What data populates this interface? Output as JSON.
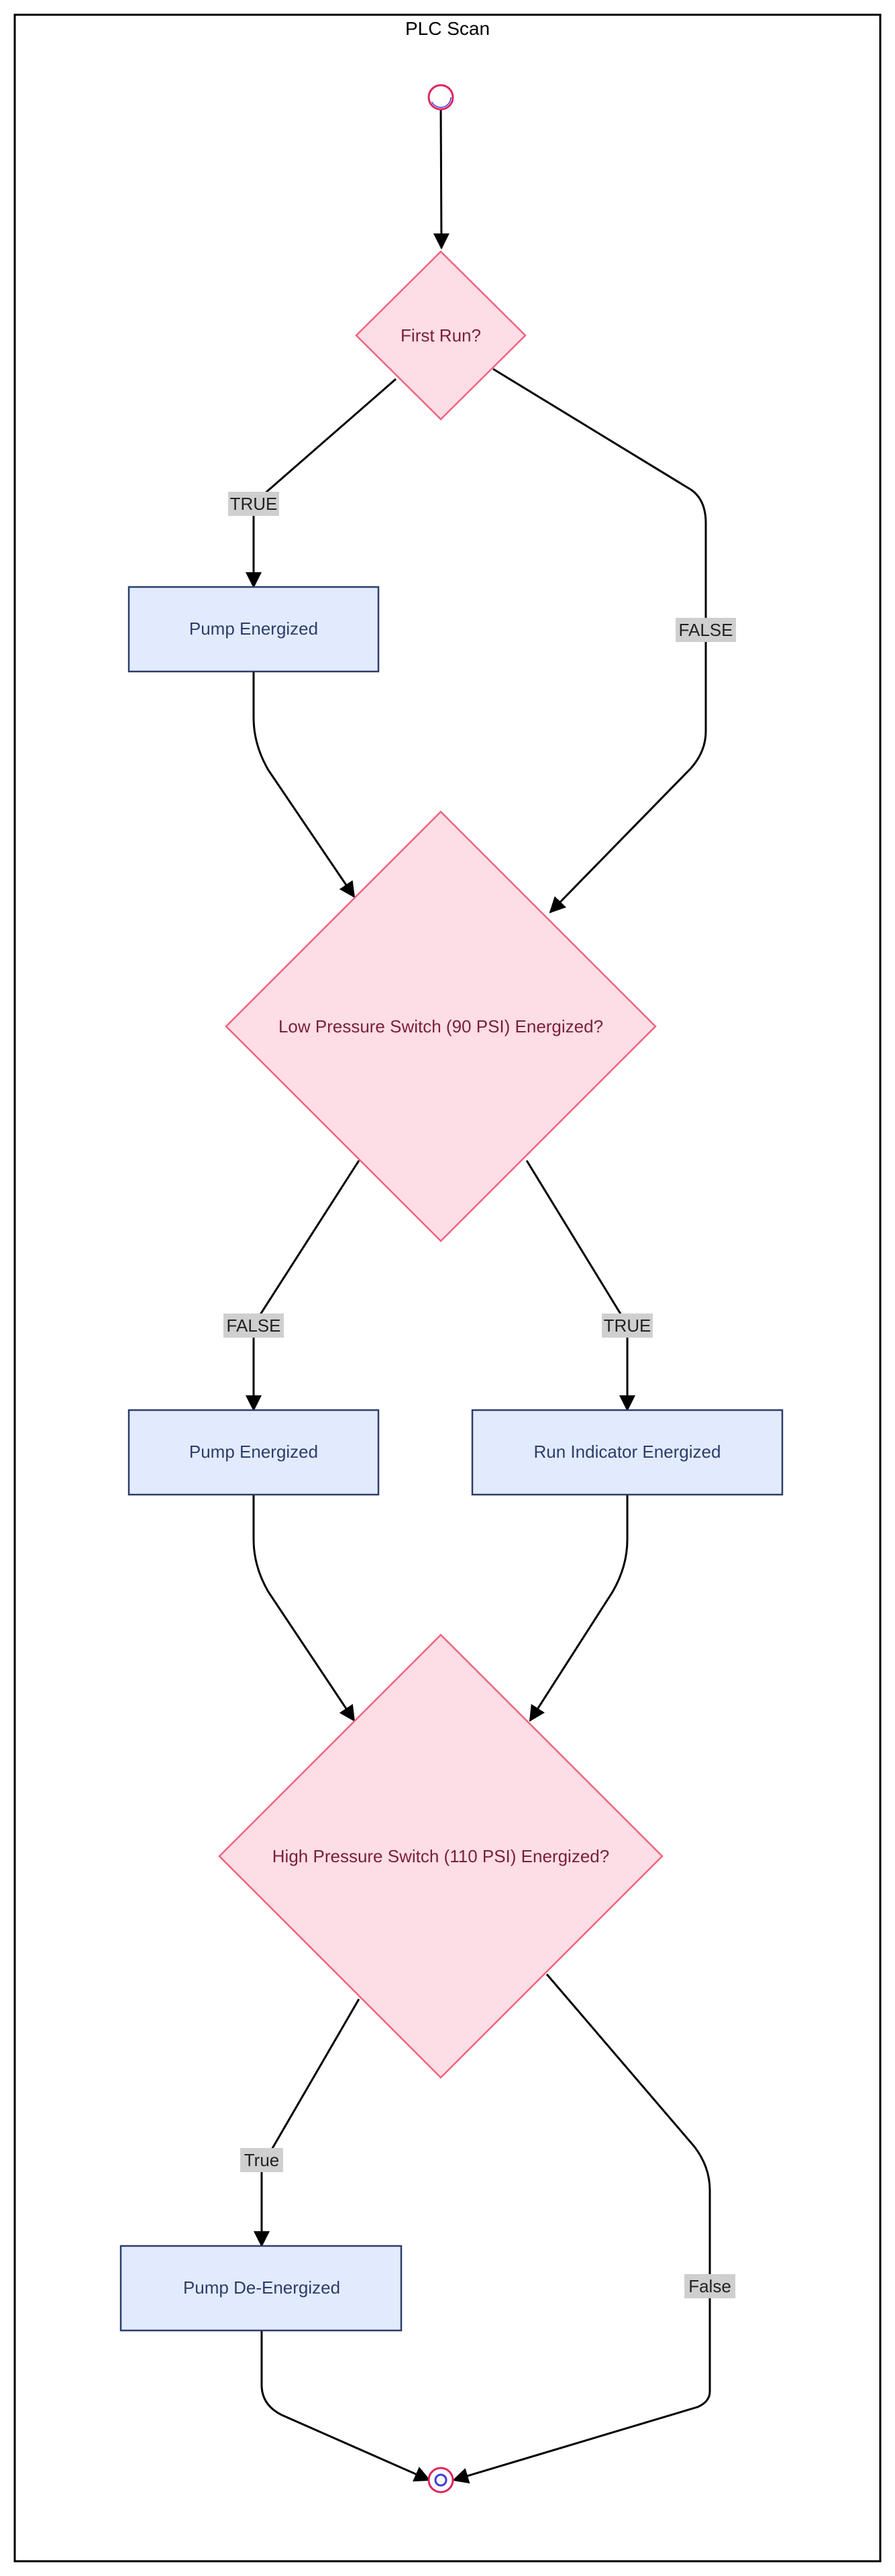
{
  "diagram": {
    "title": "PLC Scan",
    "nodes": {
      "first_run": "First Run?",
      "pump_energized_1": "Pump Energized",
      "low_pressure": "Low Pressure Switch (90 PSI) Energized?",
      "pump_energized_2": "Pump Energized",
      "run_indicator": "Run Indicator Energized",
      "high_pressure": "High Pressure Switch (110 PSI) Energized?",
      "pump_deenergized": "Pump De-Energized"
    },
    "edges": {
      "first_run_true": "TRUE",
      "first_run_false": "FALSE",
      "low_false": "FALSE",
      "low_true": "TRUE",
      "high_true": "True",
      "high_false": "False"
    }
  },
  "colors": {
    "decision_fill": "#fddde6",
    "decision_stroke": "#f0637f",
    "process_fill": "#e2ebfd",
    "process_stroke": "#2b3d6b",
    "start_stroke": "#e0245e",
    "label_bg": "#cfcfcf"
  }
}
